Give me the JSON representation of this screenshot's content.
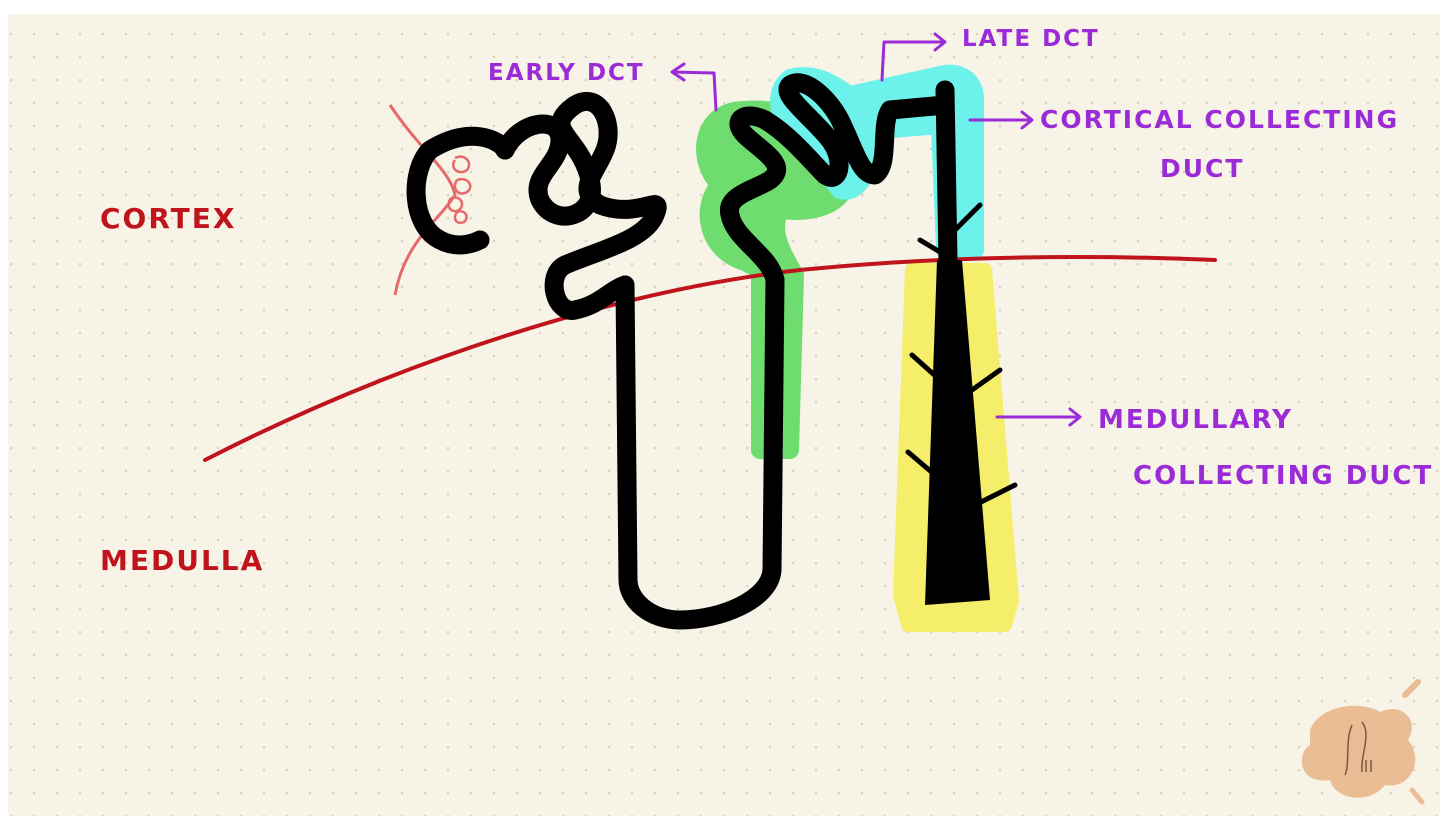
{
  "labels": {
    "cortex": "CORTEX",
    "medulla": "MEDULLA",
    "early_dct": "EARLY DCT",
    "late_dct": "LATE DCT",
    "cortical_cd_line1": "CORTICAL COLLECTING",
    "cortical_cd_line2": "DUCT",
    "medullary_cd_line1": "MEDULLARY",
    "medullary_cd_line2": "COLLECTING DUCT"
  },
  "colors": {
    "background": "#f7f3e7",
    "dot": "#d8d3c4",
    "region_label": "#c0141c",
    "boundary": "#c0141c",
    "annotation": "#9b2bd6",
    "tubule": "#000000",
    "early_dct_highlight": "#6fdc6f",
    "late_dct_highlight": "#6cf2ea",
    "medullary_highlight": "#f4ee6a",
    "capillary": "#e66a6a",
    "logo": "#eabd95"
  }
}
